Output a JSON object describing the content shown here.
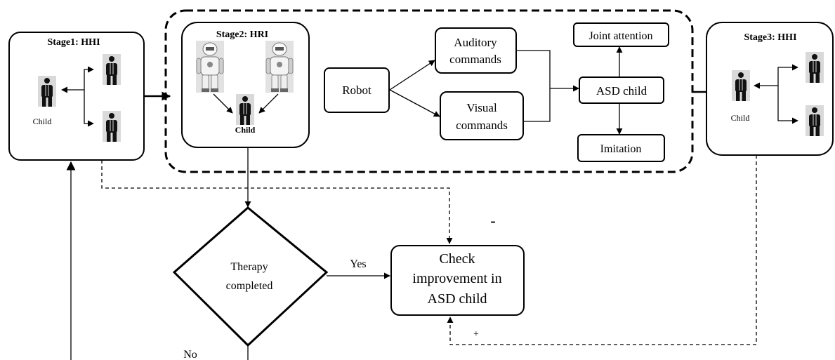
{
  "stage1": {
    "title": "Stage1: HHI",
    "child_label": "Child"
  },
  "stage2": {
    "title": "Stage2: HRI",
    "child_label": "Child"
  },
  "stage3": {
    "title": "Stage3: HHI",
    "child_label": "Child"
  },
  "robot": "Robot",
  "auditory": [
    "Auditory",
    "commands"
  ],
  "visual": [
    "Visual",
    "commands"
  ],
  "joint_attention": "Joint attention",
  "asd_child": "ASD child",
  "imitation": "Imitation",
  "decision": [
    "Therapy",
    "completed"
  ],
  "check": [
    "Check",
    "improvement in",
    "ASD child"
  ],
  "yes_label": "Yes",
  "no_label": "No",
  "minus_sign": "-",
  "plus_sign": "+",
  "icons": {
    "person": "person-icon",
    "robot": "robot-icon"
  }
}
